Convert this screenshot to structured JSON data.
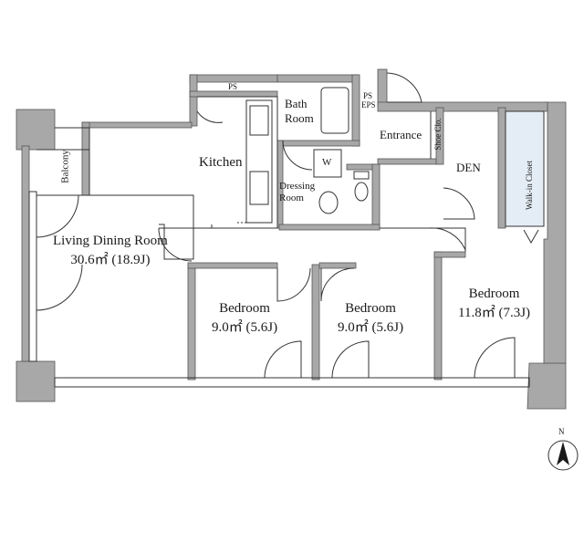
{
  "rooms": {
    "living": {
      "name": "Living Dining Room",
      "area": "30.6㎡ (18.9J)"
    },
    "kitchen": {
      "name": "Kitchen"
    },
    "bath": {
      "line1": "Bath",
      "line2": "Room"
    },
    "dressing": {
      "line1": "Dressing",
      "line2": "Room"
    },
    "entrance": {
      "name": "Entrance"
    },
    "shoe": {
      "name": "Shoe Clo."
    },
    "den": {
      "name": "DEN"
    },
    "walkin": {
      "name": "Walk-in Closet"
    },
    "balcony": {
      "name": "Balcony"
    },
    "bed1": {
      "name": "Bedroom",
      "area": "9.0㎡ (5.6J)"
    },
    "bed2": {
      "name": "Bedroom",
      "area": "9.0㎡ (5.6J)"
    },
    "bed3": {
      "name": "Bedroom",
      "area": "11.8㎡ (7.3J)"
    }
  },
  "symbols": {
    "ps_kitchen": "PS",
    "ps_eps_1": "PS",
    "ps_eps_2": "EPS",
    "washer": "W",
    "north": "N"
  },
  "colors": {
    "wall": "#a8a8a8",
    "wall_edge": "#555555",
    "line": "#333333",
    "closet": "#e4edf5"
  }
}
